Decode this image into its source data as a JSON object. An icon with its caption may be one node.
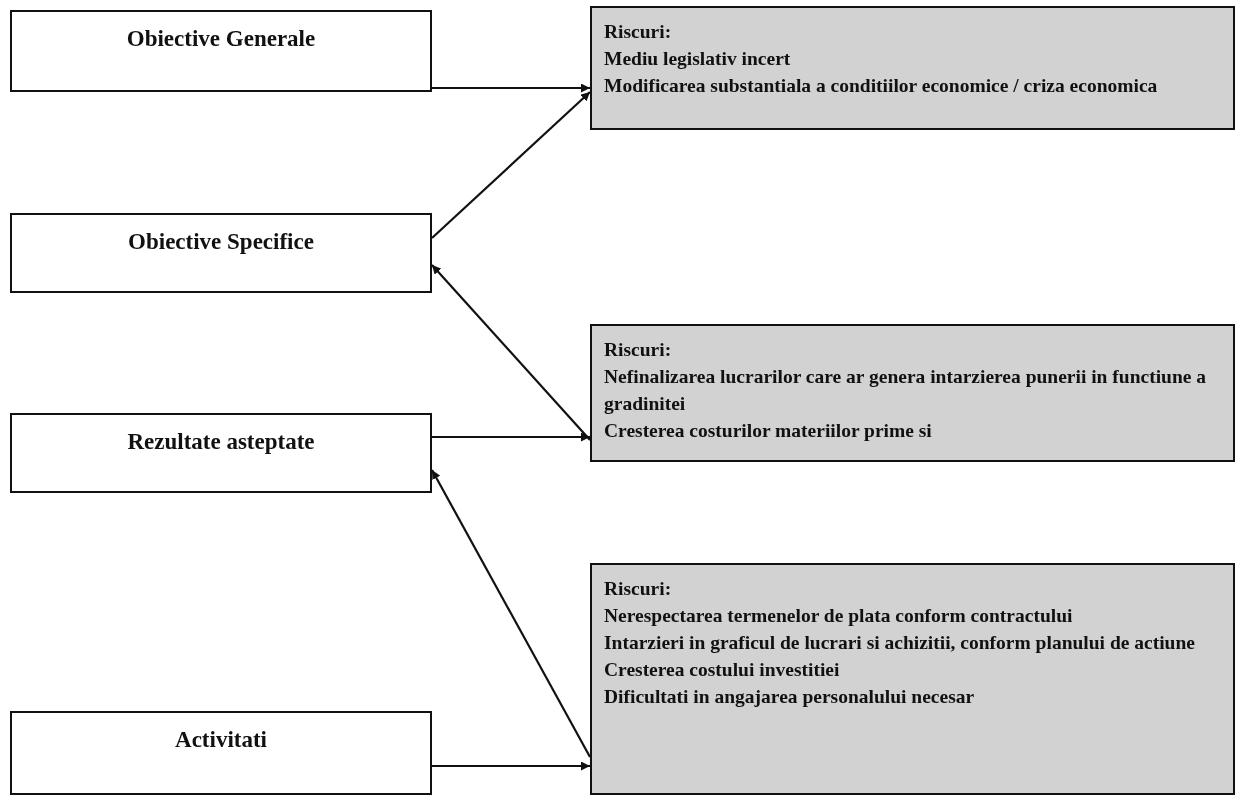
{
  "diagram": {
    "nodes": [
      {
        "text": [
          "Obiective Generale"
        ]
      },
      {
        "text": [
          "Riscuri:",
          "Mediu legislativ incert",
          "Modificarea substantiala a conditiilor economice / criza economica"
        ]
      },
      {
        "text": [
          "Obiective Specifice"
        ]
      },
      {
        "text": [
          "Riscuri:",
          "Nefinalizarea lucrarilor care ar genera intarzierea punerii in functiune a gradinitei",
          "Cresterea costurilor materiilor prime si"
        ]
      },
      {
        "text": [
          "Rezultate asteptate"
        ]
      },
      {
        "text": [
          "Riscuri:",
          "Nerespectarea termenelor de plata conform contractului",
          "Intarzieri in graficul de lucrari si achizitii, conform planului de actiune",
          "Cresterea costului investitiei",
          "Dificultati in angajarea personalului necesar"
        ]
      },
      {
        "text": [
          "Activitati"
        ]
      }
    ],
    "edges": [
      {
        "from": 0,
        "to": 1,
        "arrow": "to"
      },
      {
        "from": 2,
        "to": 1,
        "arrow": "to"
      },
      {
        "from": 3,
        "to": 2,
        "arrow": "to"
      },
      {
        "from": 4,
        "to": 3,
        "arrow": "to"
      },
      {
        "from": 5,
        "to": 4,
        "arrow": "to"
      },
      {
        "from": 6,
        "to": 5,
        "arrow": "to"
      }
    ]
  }
}
